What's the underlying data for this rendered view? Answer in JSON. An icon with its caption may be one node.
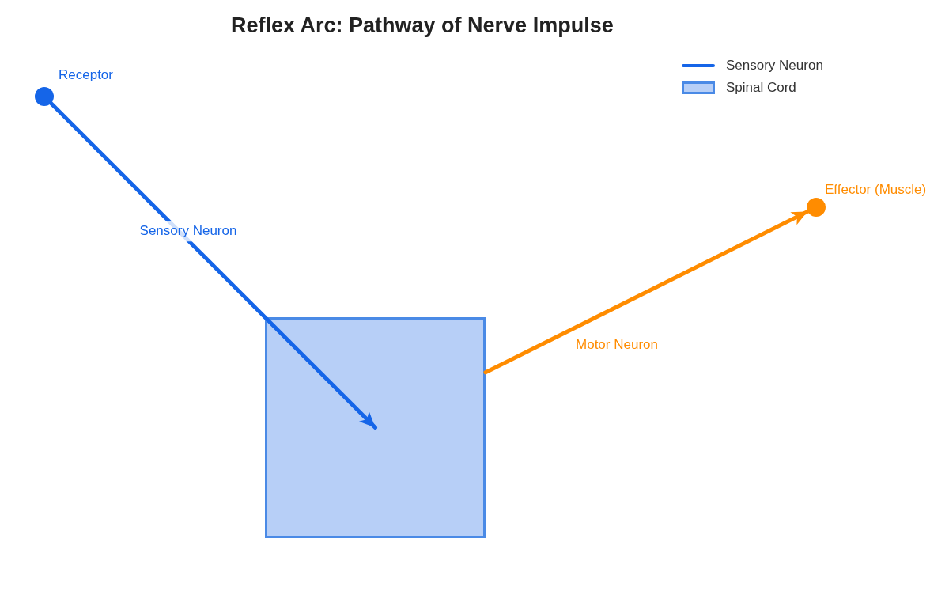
{
  "diagram": {
    "title": "Reflex Arc: Pathway of Nerve Impulse",
    "nodes": [
      {
        "text": [],
        "shape": "circle",
        "beside": [
          "Receptor"
        ]
      },
      {
        "text": [],
        "shape": "box"
      },
      {
        "text": [],
        "shape": "circle",
        "beside": [
          "Effector (Muscle)"
        ]
      }
    ],
    "edges": [
      {
        "from": 0,
        "to": 1,
        "arrow": "to",
        "label": "Sensory Neuron",
        "color": "#1565e8"
      },
      {
        "from": 1,
        "to": 2,
        "arrow": "to",
        "label": "Motor Neuron",
        "color": "#ff8c00"
      }
    ],
    "legend": [
      {
        "text": "Sensory Neuron"
      },
      {
        "text": "Spinal Cord",
        "color": "#b7cff7"
      }
    ]
  }
}
